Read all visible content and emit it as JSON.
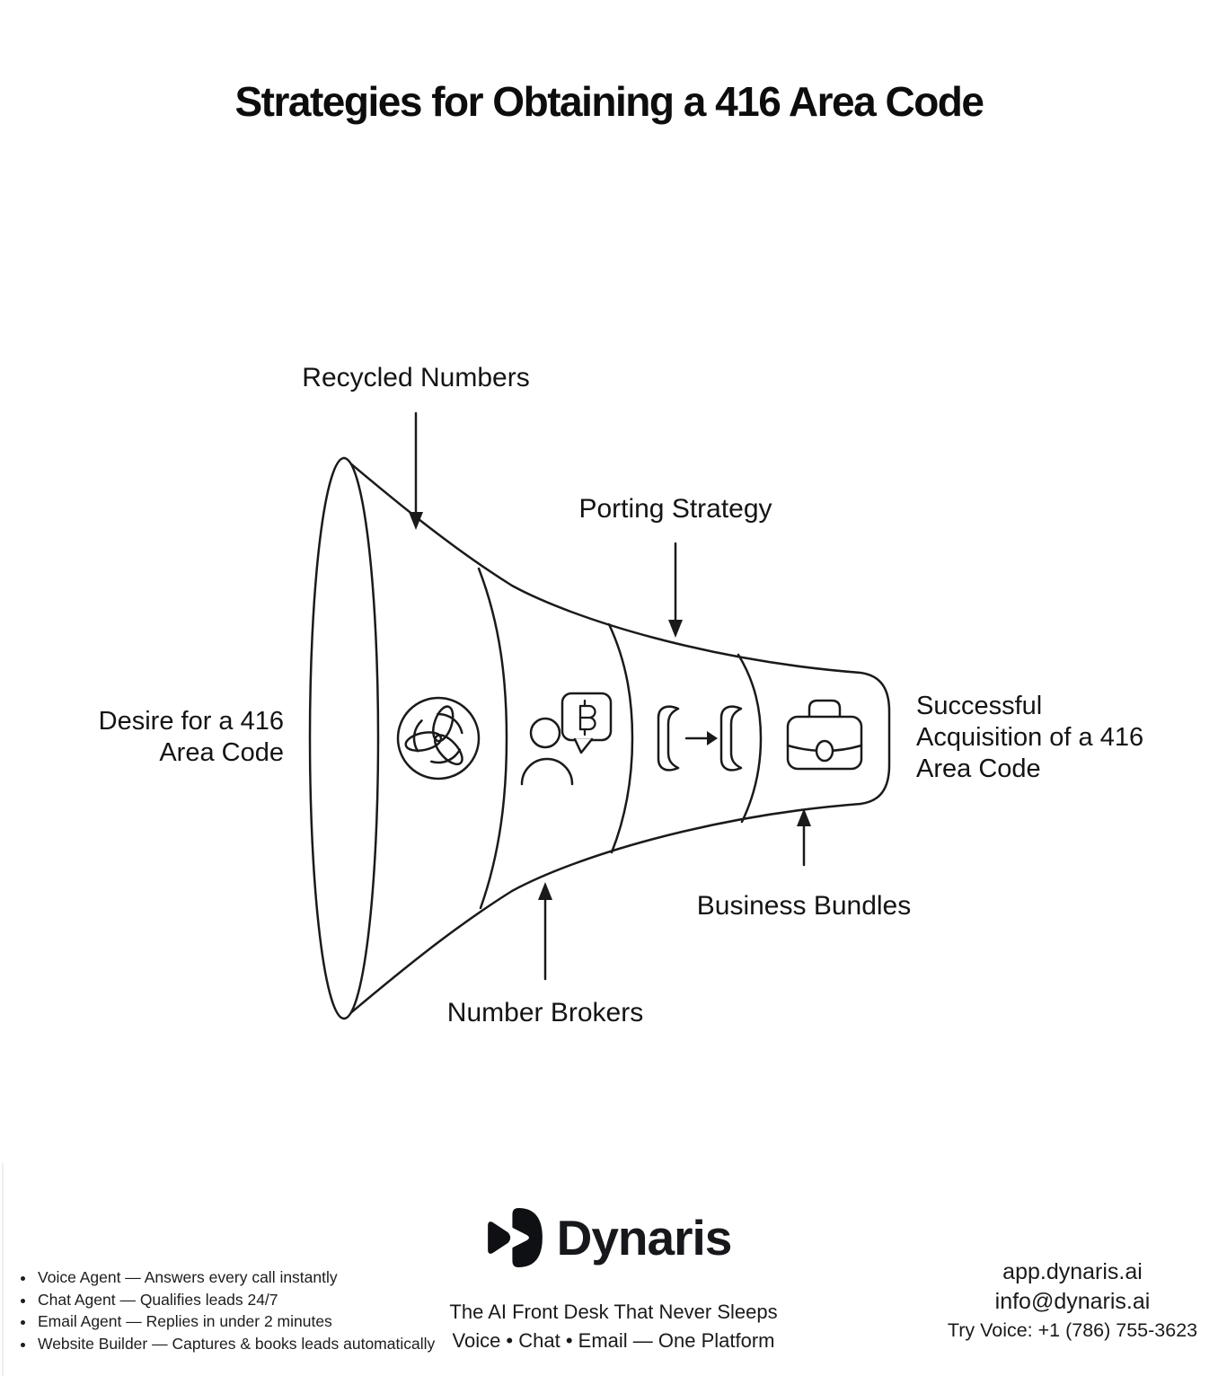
{
  "title": "Strategies for Obtaining a 416 Area Code",
  "funnel": {
    "start_label": "Desire for a 416 Area Code",
    "end_label": "Successful Acquisition of a 416 Area Code",
    "stages": [
      {
        "label": "Recycled Numbers",
        "icon": "recycle-icon"
      },
      {
        "label": "Number Brokers",
        "icon": "broker-chat-icon"
      },
      {
        "label": "Porting Strategy",
        "icon": "phone-transfer-icon"
      },
      {
        "label": "Business Bundles",
        "icon": "briefcase-icon"
      }
    ]
  },
  "colors": {
    "ink": "#1a1a1a",
    "background": "#ffffff",
    "brand_dark": "#17181c"
  },
  "footer": {
    "brand": "Dynaris",
    "logo_icon": "dynaris-d-mark",
    "tagline": "The AI Front Desk That Never Sleeps",
    "platform_line": "Voice • Chat • Email — One Platform",
    "features": [
      "Voice Agent — Answers every call instantly",
      "Chat Agent — Qualifies leads 24/7",
      "Email Agent — Replies in under 2 minutes",
      "Website Builder — Captures & books leads automatically"
    ],
    "contact": {
      "web": "app.dynaris.ai",
      "email": "info@dynaris.ai",
      "phone_line": "Try Voice: +1 (786) 755-3623"
    }
  }
}
